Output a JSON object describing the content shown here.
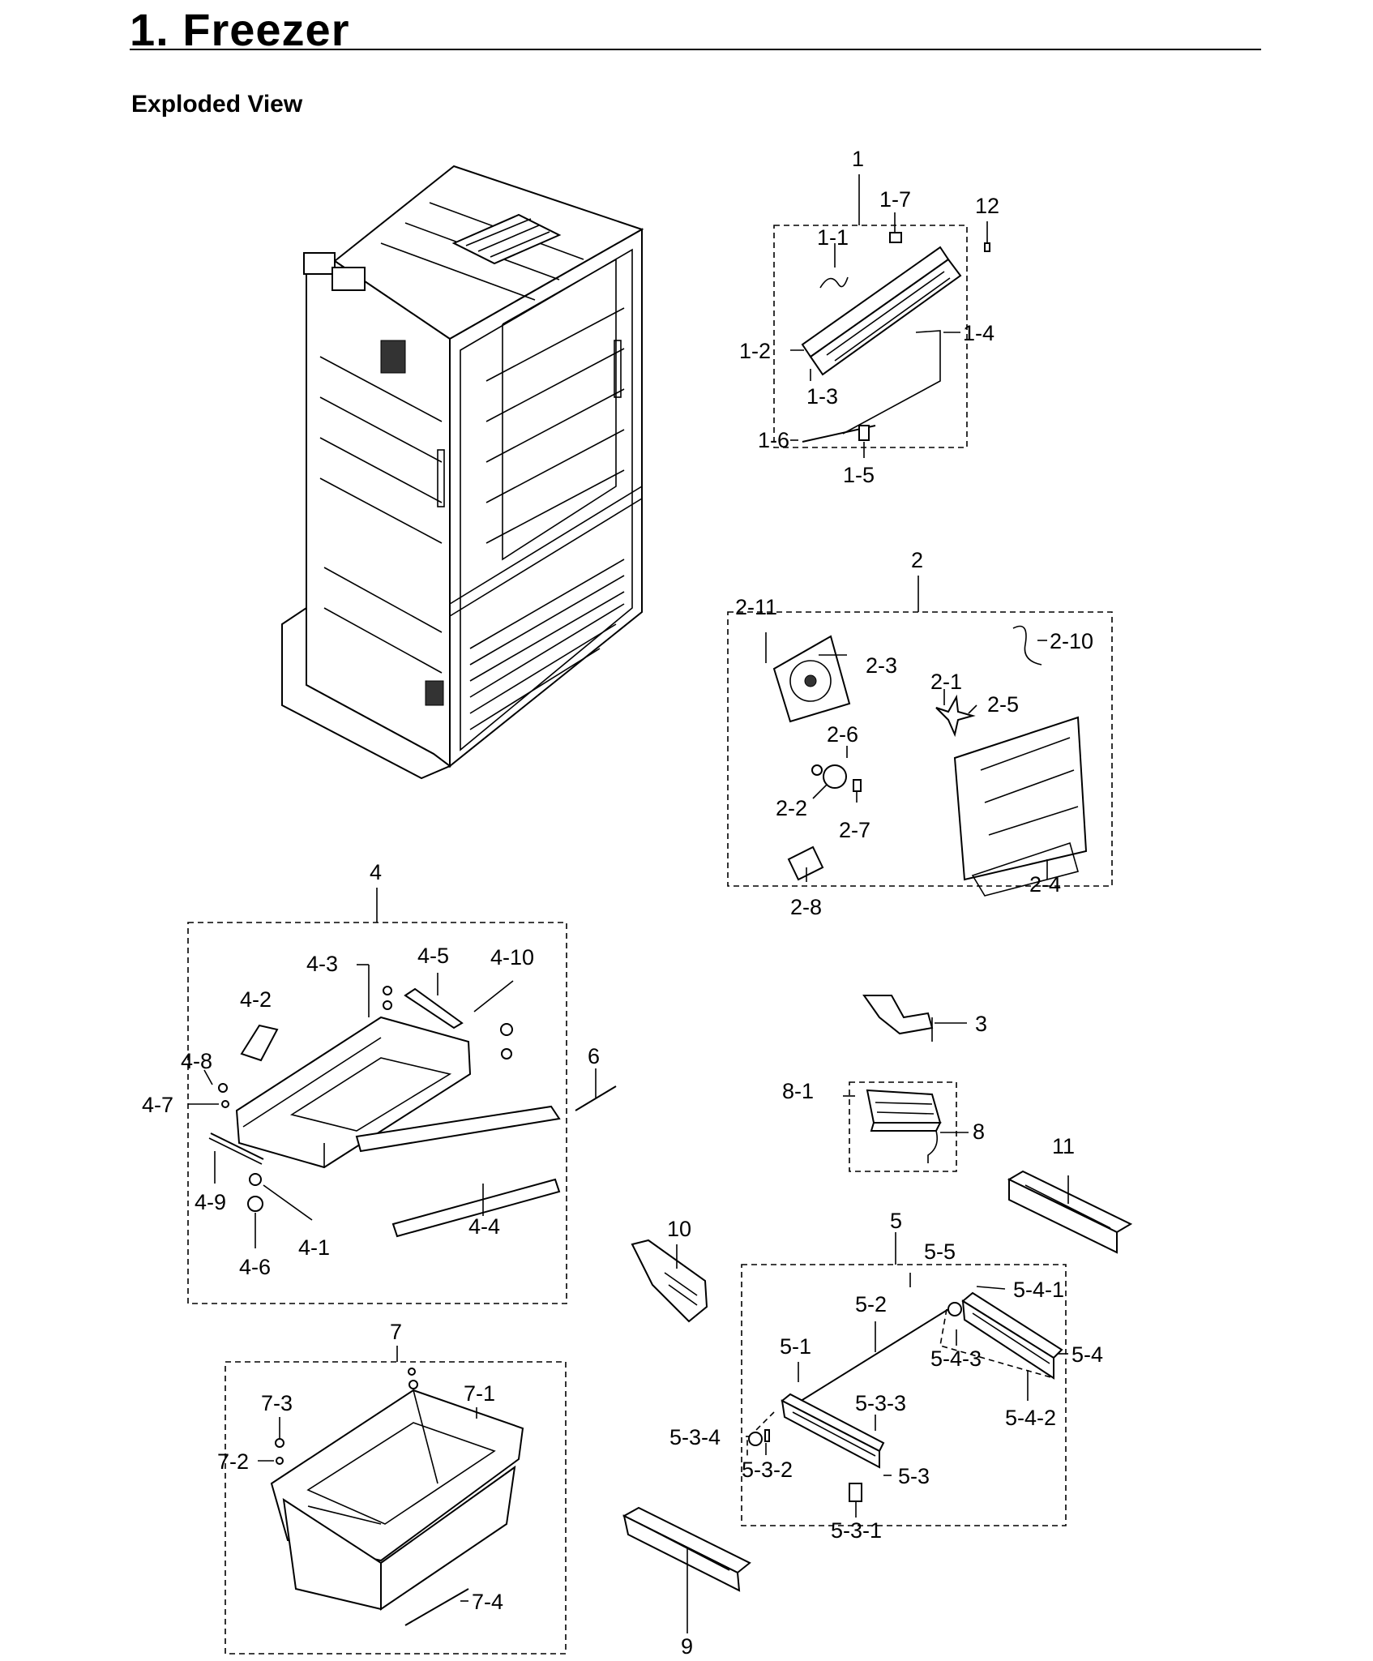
{
  "heading": {
    "title": "1.  Freezer",
    "subtitle": "Exploded View"
  },
  "callouts": {
    "c1": "1",
    "c1_1": "1-1",
    "c1_2": "1-2",
    "c1_3": "1-3",
    "c1_4": "1-4",
    "c1_5": "1-5",
    "c1_6": "1-6",
    "c1_7": "1-7",
    "c12": "12",
    "c2": "2",
    "c2_1": "2-1",
    "c2_2": "2-2",
    "c2_3": "2-3",
    "c2_4": "2-4",
    "c2_5": "2-5",
    "c2_6": "2-6",
    "c2_7": "2-7",
    "c2_8": "2-8",
    "c2_10": "2-10",
    "c2_11": "2-11",
    "c3": "3",
    "c4": "4",
    "c4_1": "4-1",
    "c4_2": "4-2",
    "c4_3": "4-3",
    "c4_4": "4-4",
    "c4_5": "4-5",
    "c4_6": "4-6",
    "c4_7": "4-7",
    "c4_8": "4-8",
    "c4_9": "4-9",
    "c4_10": "4-10",
    "c5": "5",
    "c5_1": "5-1",
    "c5_2": "5-2",
    "c5_3": "5-3",
    "c5_3_1": "5-3-1",
    "c5_3_2": "5-3-2",
    "c5_3_3": "5-3-3",
    "c5_3_4": "5-3-4",
    "c5_4": "5-4",
    "c5_4_1": "5-4-1",
    "c5_4_2": "5-4-2",
    "c5_4_3": "5-4-3",
    "c5_5": "5-5",
    "c6": "6",
    "c7": "7",
    "c7_1": "7-1",
    "c7_2": "7-2",
    "c7_3": "7-3",
    "c7_4": "7-4",
    "c8": "8",
    "c8_1": "8-1",
    "c9": "9",
    "c10": "10",
    "c11": "11"
  }
}
